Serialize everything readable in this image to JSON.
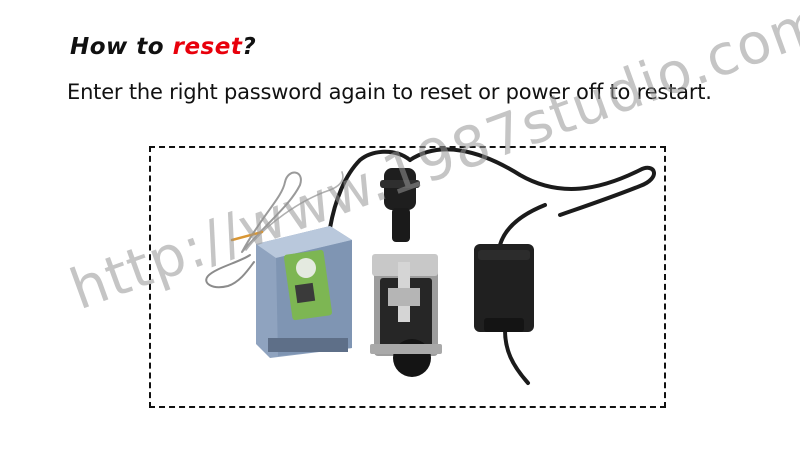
{
  "heading": {
    "prefix": "How to ",
    "keyword": "reset",
    "suffix": "?"
  },
  "subtitle": "Enter the right password again to reset or power off to restart.",
  "watermark": "http://www.1987studio.com",
  "colors": {
    "keyword": "#e8000b",
    "text": "#111111",
    "watermark": "#969696"
  }
}
